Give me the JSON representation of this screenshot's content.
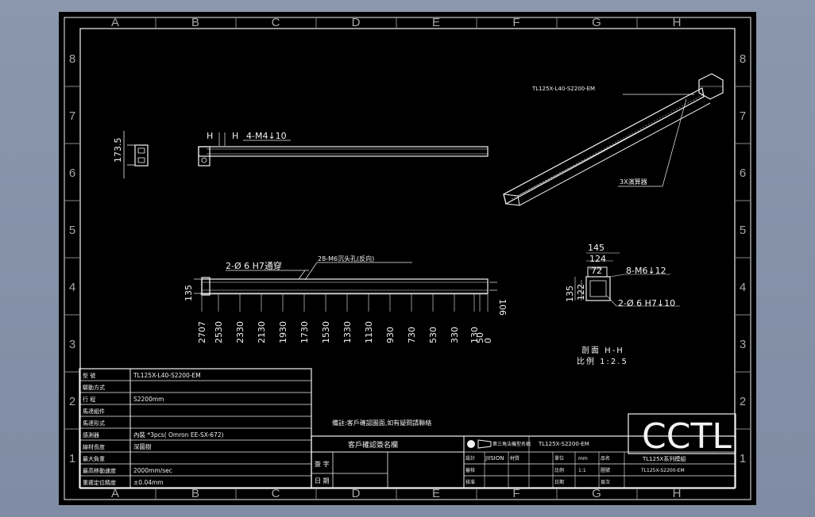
{
  "zone_columns": [
    "A",
    "B",
    "C",
    "D",
    "E",
    "F",
    "G",
    "H"
  ],
  "zone_rows": [
    "8",
    "7",
    "6",
    "5",
    "4",
    "3",
    "2",
    "1"
  ],
  "views": {
    "side_view": {
      "section_marks": [
        "H",
        "H"
      ],
      "hole_note": "4-M4↓10",
      "height_dim": "173.5"
    },
    "iso_view": {
      "model_label": "TL125X-L40-S2200-EM",
      "parts_note": "3X演算器"
    },
    "top_view": {
      "pin_note": "2-Ø 6 H7通穿",
      "thread_note": "28-M6沉头孔(反向)",
      "left_dim": "135",
      "right_dim": "106",
      "positions": [
        "2707",
        "2530",
        "2330",
        "2130",
        "1930",
        "1730",
        "1530",
        "1330",
        "1130",
        "930",
        "730",
        "530",
        "330",
        "130",
        "50",
        "0"
      ]
    },
    "section_view": {
      "dims_top": [
        "145",
        "124",
        "72"
      ],
      "dims_left": [
        "135",
        "122"
      ],
      "thread_note": "8-M6↓12",
      "pin_note": "2-Ø 6  H7↓10",
      "caption": "剖面 H-H",
      "scale": "比例 1:2.5"
    }
  },
  "spec_table": [
    {
      "label": "型 號",
      "value": "TL125X-L40-S2200-EM"
    },
    {
      "label": "驅動方式",
      "value": ""
    },
    {
      "label": "行 程",
      "value": "S2200mm"
    },
    {
      "label": "馬達組件",
      "value": ""
    },
    {
      "label": "馬達形式",
      "value": ""
    },
    {
      "label": "感測器",
      "value": "內裝 *3pcs( Omron EE-SX-672)"
    },
    {
      "label": "線材長度",
      "value": "深圖樹"
    },
    {
      "label": "最大負重",
      "value": ""
    },
    {
      "label": "最高移動速度",
      "value": "2000mm/sec"
    },
    {
      "label": "重複定位精度",
      "value": "±0.04mm"
    }
  ],
  "note": "備註:客戶確認圖面,如有疑問請聯絡",
  "title_block": {
    "logo": "CCTL",
    "approval_title": "客戶確認簽名欄",
    "sign_label": "簽 字",
    "date_label": "日 期",
    "projection_label": "第三角法",
    "model_label": "機型名稱",
    "model": "TL125X-S2200-EM",
    "series": "TL125X系列模組",
    "drawing_no": "TL125X-S2200-EM",
    "designer_label": "設計",
    "designer": "JIISION",
    "check_label": "審核",
    "approve_label": "核准",
    "material_label": "材質",
    "unit_label": "單位",
    "unit": "mm",
    "scale_label": "比例",
    "scale": "1:1",
    "name_label": "品名",
    "drawing_no_label": "圖號",
    "date_label2": "日期",
    "sheet_label": "頁次"
  }
}
